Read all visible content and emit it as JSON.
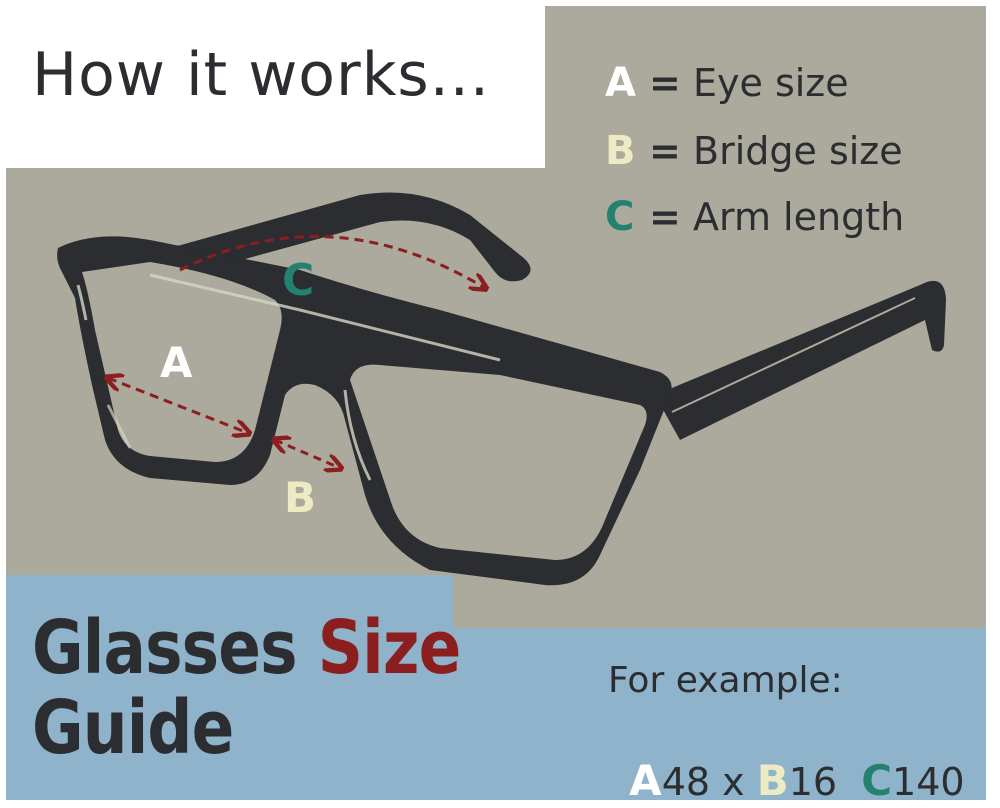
{
  "header": {
    "title": "How it works..."
  },
  "legend": {
    "items": [
      {
        "letter": "A",
        "equals": "=",
        "label": "Eye size",
        "color": "#ffffff"
      },
      {
        "letter": "B",
        "equals": "=",
        "label": "Bridge size",
        "color": "#ecebc4"
      },
      {
        "letter": "C",
        "equals": "=",
        "label": "Arm length",
        "color": "#24806f"
      }
    ]
  },
  "diagram": {
    "label_a": "A",
    "label_b": "B",
    "label_c": "C",
    "arrow_color": "#8b1f1f",
    "frame_color": "#2b2d30"
  },
  "guide": {
    "title_part1": "Glasses ",
    "title_highlight": "Size",
    "title_line2": "Guide",
    "highlight_color": "#8b1f1f"
  },
  "example": {
    "intro": "For example:",
    "a_letter": "A",
    "a_value": "48 x ",
    "b_letter": "B",
    "b_value": "16  ",
    "c_letter": "C",
    "c_value": "140"
  },
  "colors": {
    "gray": "#abaa9c",
    "blue": "#8eb3cb",
    "text": "#2b2d30"
  }
}
